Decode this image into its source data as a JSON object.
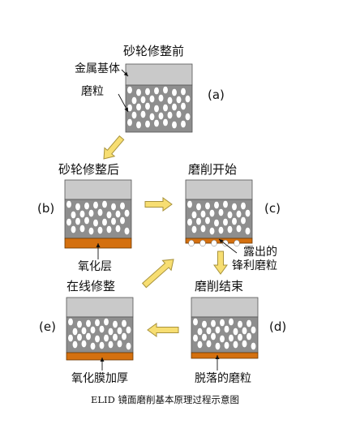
{
  "panels": {
    "a": {
      "title": "砂轮修整前",
      "tag": "(a)",
      "labels": [
        "金属基体",
        "磨粒"
      ]
    },
    "b": {
      "title": "砂轮修整后",
      "tag": "(b)",
      "labels": [
        "氧化层"
      ]
    },
    "c": {
      "title": "磨削开始",
      "tag": "(c)",
      "labels": [
        "露出的",
        "锋利磨粒"
      ]
    },
    "d": {
      "title": "磨削结束",
      "tag": "(d)",
      "labels": [
        "脱落的磨粒"
      ]
    },
    "e": {
      "title": "在线修整",
      "tag": "(e)",
      "labels": [
        "氧化膜加厚"
      ]
    }
  },
  "caption": "ELID 镜面磨削基本原理过程示意图",
  "colors": {
    "metal_base": "#c9c9c9",
    "grit_layer": "#8e8e8e",
    "oxide_layer": "#d4700f",
    "arrow_fill": "#f7de72",
    "arrow_stroke": "#a8923a"
  }
}
